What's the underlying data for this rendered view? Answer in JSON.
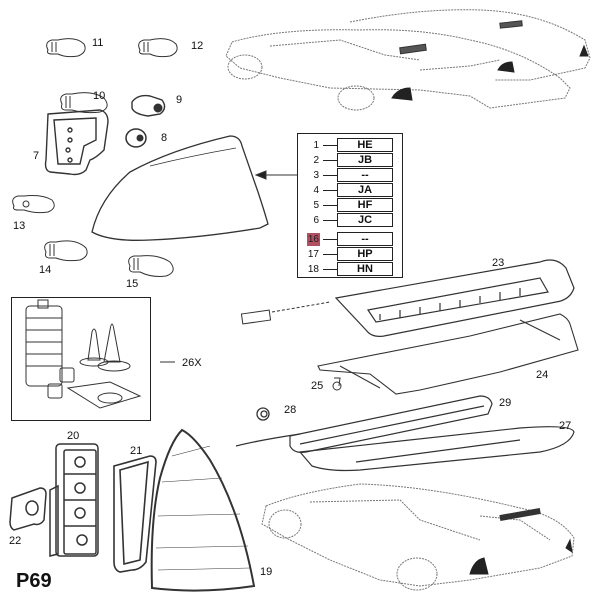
{
  "diagram": {
    "page_code": "P69",
    "callouts": [
      {
        "id": "c11",
        "text": "11"
      },
      {
        "id": "c12",
        "text": "12"
      },
      {
        "id": "c10",
        "text": "10"
      },
      {
        "id": "c9",
        "text": "9"
      },
      {
        "id": "c8",
        "text": "8"
      },
      {
        "id": "c7",
        "text": "7"
      },
      {
        "id": "c13",
        "text": "13"
      },
      {
        "id": "c14",
        "text": "14"
      },
      {
        "id": "c15",
        "text": "15"
      },
      {
        "id": "c26",
        "text": "26X"
      },
      {
        "id": "c23",
        "text": "23"
      },
      {
        "id": "c24",
        "text": "24"
      },
      {
        "id": "c25",
        "text": "25"
      },
      {
        "id": "c28",
        "text": "28"
      },
      {
        "id": "c29",
        "text": "29"
      },
      {
        "id": "c27",
        "text": "27"
      },
      {
        "id": "c20",
        "text": "20"
      },
      {
        "id": "c21",
        "text": "21"
      },
      {
        "id": "c22",
        "text": "22"
      },
      {
        "id": "c19",
        "text": "19"
      }
    ],
    "code_table": [
      {
        "num": "1",
        "code": "HE",
        "highlight": false
      },
      {
        "num": "2",
        "code": "JB",
        "highlight": false
      },
      {
        "num": "3",
        "code": "--",
        "highlight": false
      },
      {
        "num": "4",
        "code": "JA",
        "highlight": false
      },
      {
        "num": "5",
        "code": "HF",
        "highlight": false
      },
      {
        "num": "6",
        "code": "JC",
        "highlight": false
      },
      {
        "num": "16",
        "code": "--",
        "highlight": true
      },
      {
        "num": "17",
        "code": "HP",
        "highlight": false
      },
      {
        "num": "18",
        "code": "HN",
        "highlight": false
      }
    ],
    "highlight_color": "#b05060"
  }
}
